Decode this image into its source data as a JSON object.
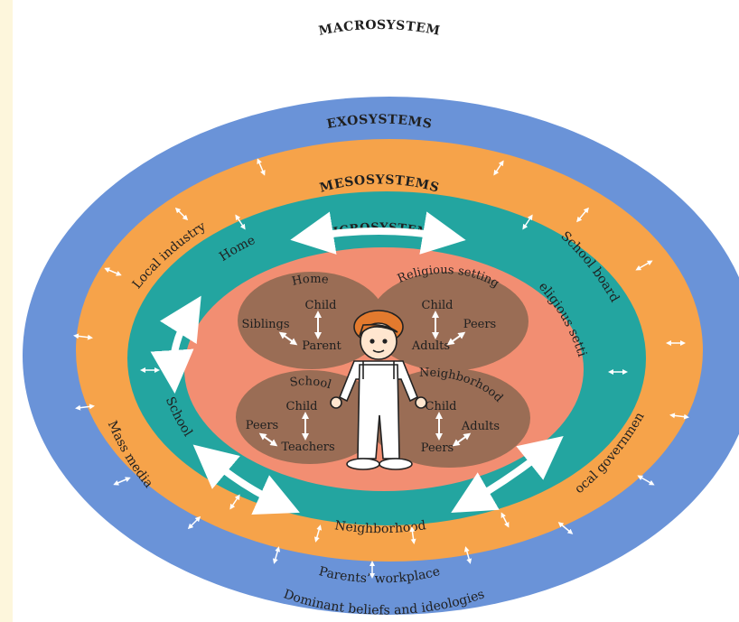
{
  "diagram": {
    "colors": {
      "page_bg": "#fdf6dc",
      "panel_bg": "#ffffff",
      "macrosystem": "#6a93d8",
      "exosystems": "#f6a34a",
      "mesosystems": "#23a5a0",
      "microsystems": "#f28e72",
      "setting_blobs": "#9a6d55",
      "arrows": "#ffffff"
    },
    "rings": {
      "macrosystem": "MACROSYSTEM",
      "exosystems": "EXOSYSTEMS",
      "mesosystems": "MESOSYSTEMS",
      "microsystems": "MICROSYSTEMS"
    },
    "macro_items": {
      "bottom": "Dominant beliefs and ideologies"
    },
    "exo_items": {
      "local_industry": "Local industry",
      "school_board": "School board",
      "mass_media": "Mass media",
      "local_government": "Local government",
      "parents_workplace": "Parents’ workplace"
    },
    "meso_items": {
      "home": "Home",
      "religious_setting": "Religious setting",
      "school": "School",
      "neighborhood": "Neighborhood"
    },
    "micro_settings": {
      "home": {
        "title": "Home",
        "child": "Child",
        "side": "Siblings",
        "adult": "Parent"
      },
      "religious": {
        "title": "Religious setting",
        "child": "Child",
        "side": "Peers",
        "adult": "Adults"
      },
      "school": {
        "title": "School",
        "child": "Child",
        "side": "Peers",
        "adult": "Teachers"
      },
      "neighborhood": {
        "title": "Neighborhood",
        "child": "Child",
        "side": "Adults",
        "adult": "Peers"
      }
    },
    "center_figure": "child-figure"
  }
}
